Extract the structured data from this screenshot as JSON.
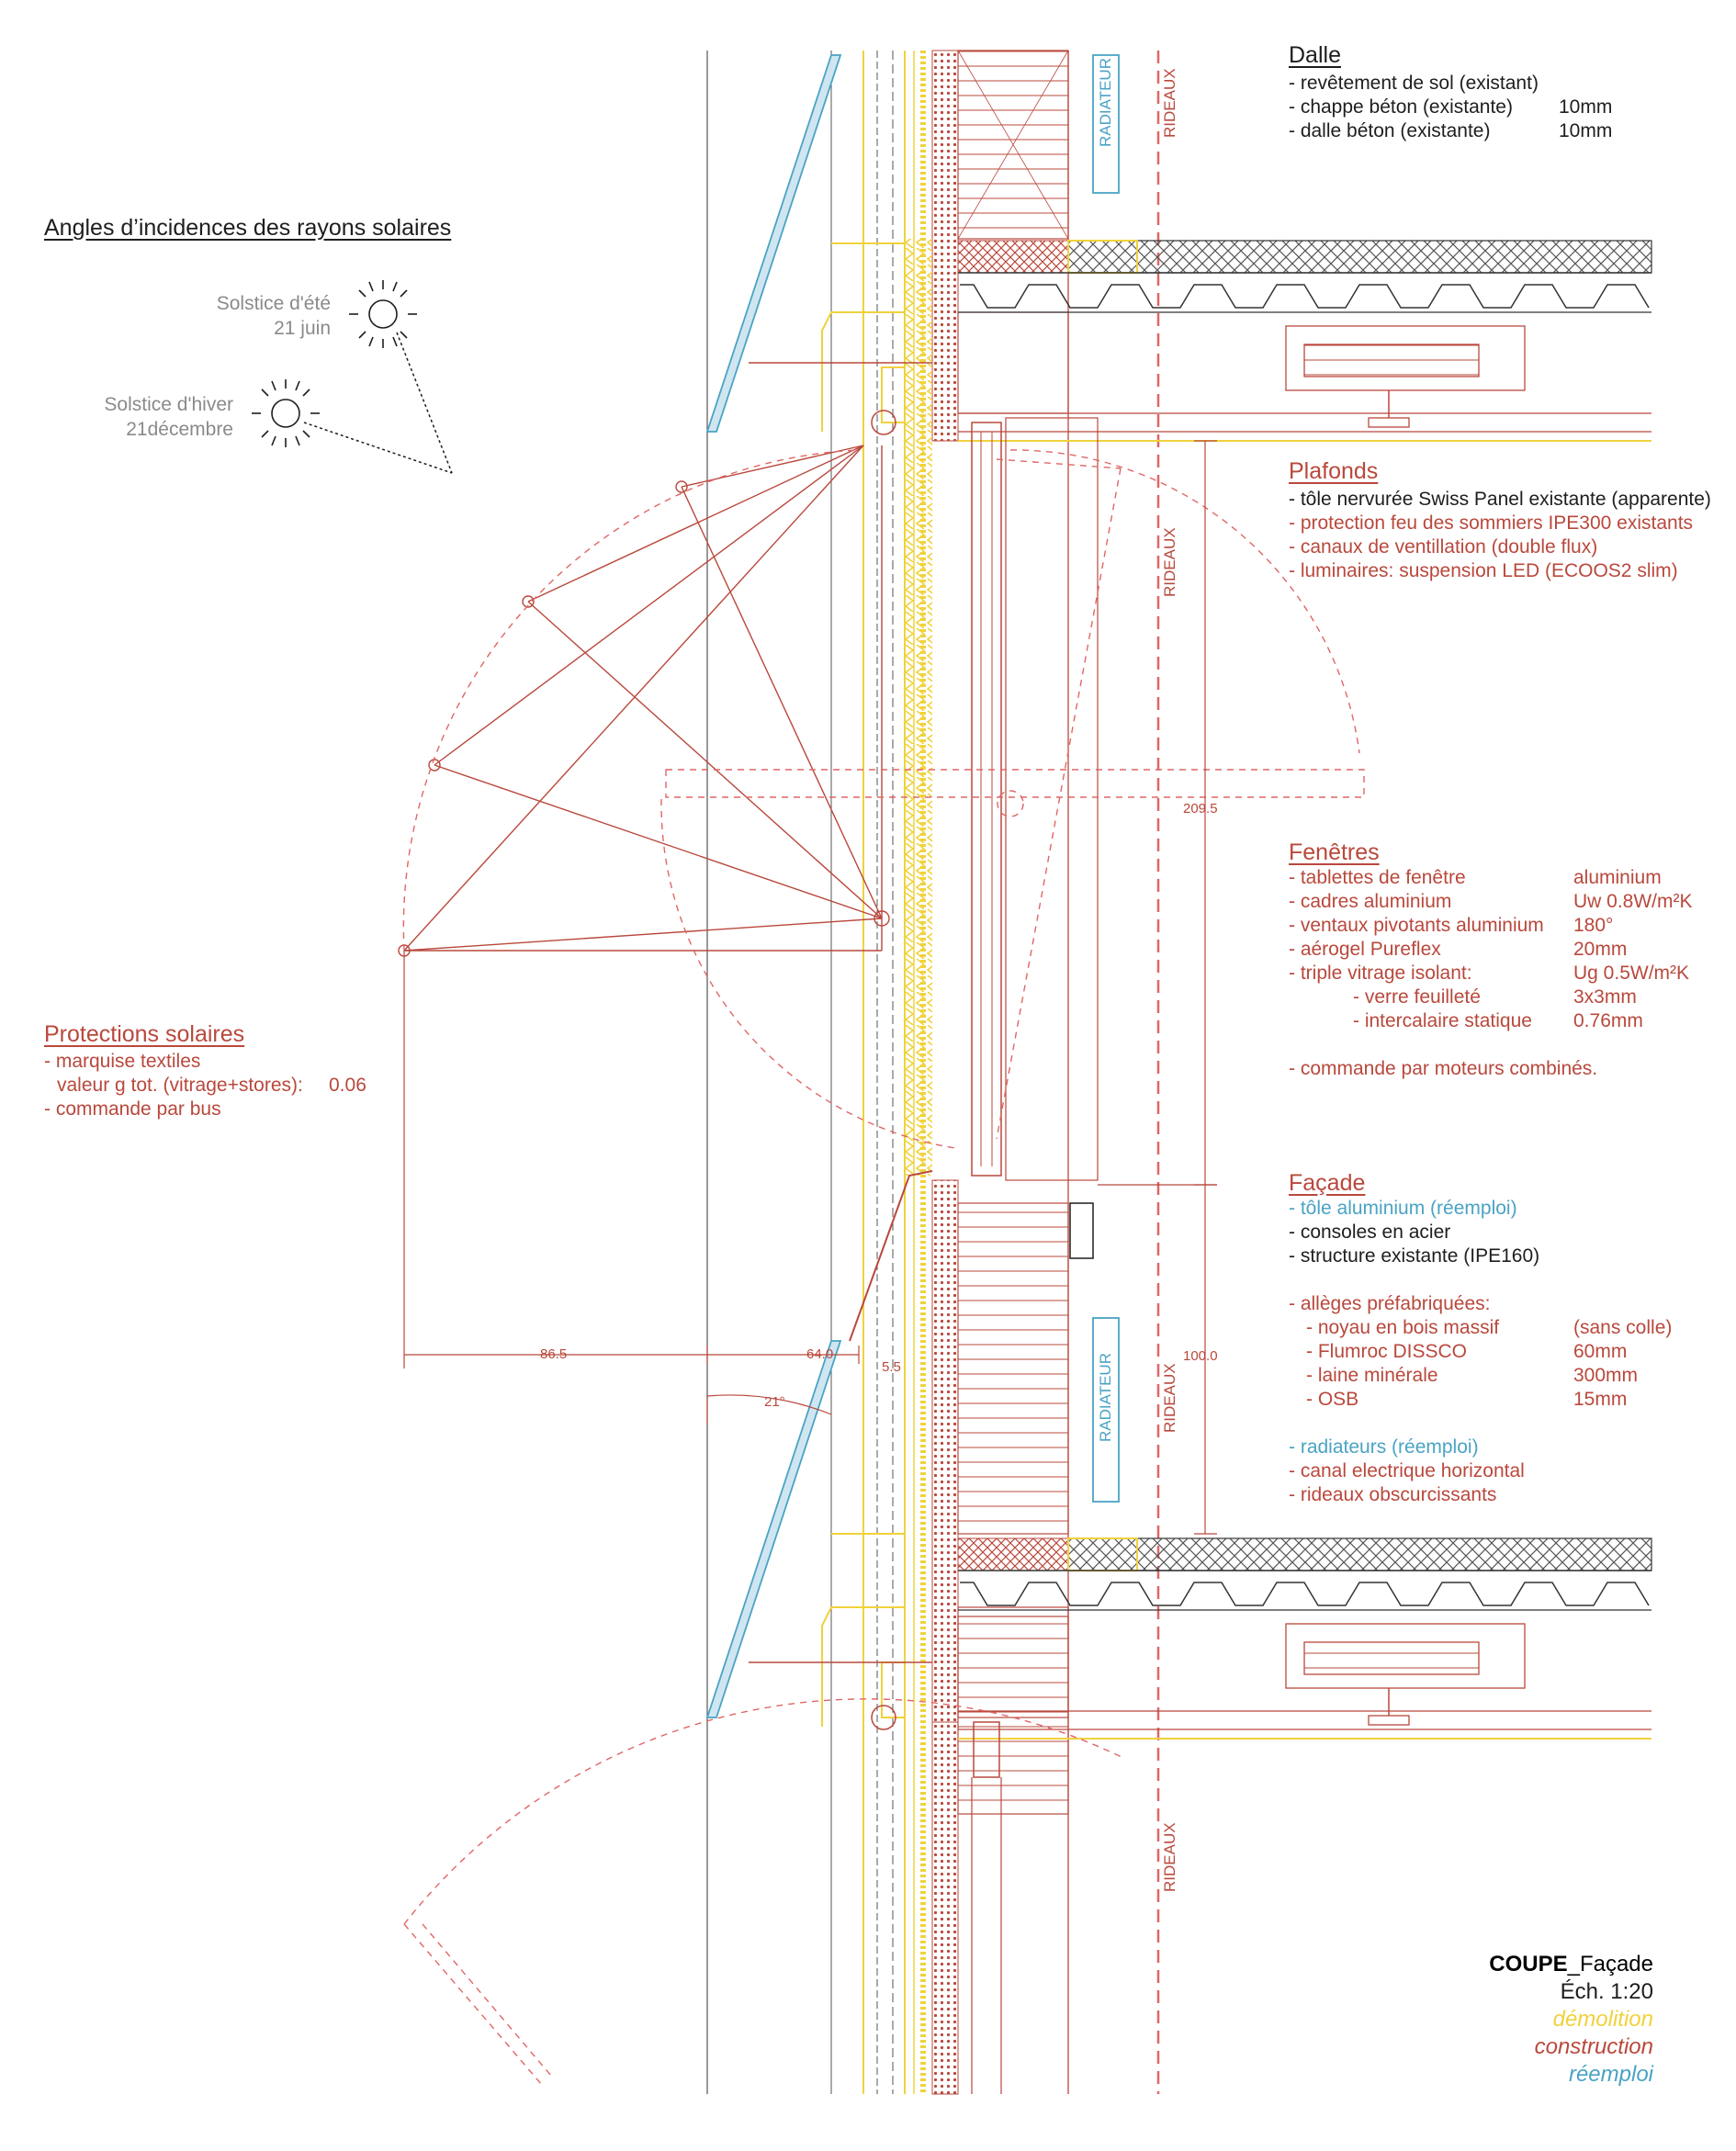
{
  "colors": {
    "demolition": "#f0d23c",
    "construction": "#b9483c",
    "reemploi": "#4aa3c4",
    "text": "#1e1e1e",
    "grey": "#8a8a8a"
  },
  "sun": {
    "title": "Angles d’incidences des rayons solaires",
    "summer_label": "Solstice d'été",
    "summer_date": "21 juin",
    "winter_label": "Solstice d'hiver",
    "winter_date": "21décembre"
  },
  "protections": {
    "title": "Protections solaires",
    "line1": "- marquise textiles",
    "line2": "valeur g tot. (vitrage+stores):",
    "line2_value": "0.06",
    "line3": "- commande par bus"
  },
  "dalle": {
    "title": "Dalle",
    "items": [
      {
        "label": "- revêtement de sol (existant)",
        "value": ""
      },
      {
        "label": "- chappe béton (existante)",
        "value": "10mm"
      },
      {
        "label": "- dalle béton (existante)",
        "value": "10mm"
      }
    ]
  },
  "plafonds": {
    "title": "Plafonds",
    "item1": "- tôle nervurée Swiss Panel existante (apparente)",
    "item2": "- protection feu des sommiers IPE300 existants",
    "item3": "- canaux de ventillation (double flux)",
    "item4": "- luminaires: suspension LED (ECOOS2 slim)"
  },
  "fenetres": {
    "title": "Fenêtres",
    "items": [
      {
        "label": "- tablettes de fenêtre",
        "value": "aluminium"
      },
      {
        "label": "- cadres aluminium",
        "value": "Uw 0.8W/m²K"
      },
      {
        "label": "- ventaux pivotants aluminium",
        "value": "180°"
      },
      {
        "label": "- aérogel Pureflex",
        "value": "20mm"
      },
      {
        "label": "- triple vitrage isolant:",
        "value": "Ug 0.5W/m²K"
      },
      {
        "label": "- verre feuilleté",
        "value": "3x3mm"
      },
      {
        "label": "- intercalaire statique",
        "value": "0.76mm"
      }
    ],
    "note": "- commande par moteurs combinés."
  },
  "facade": {
    "title": "Façade",
    "tole": "- tôle aluminium (réemploi)",
    "consoles": "- consoles en acier",
    "structure": "- structure existante (IPE160)",
    "alleges": "- allèges préfabriquées:",
    "sub": [
      {
        "label": "- noyau en bois massif",
        "value": "(sans colle)"
      },
      {
        "label": "- Flumroc DISSCO",
        "value": "60mm"
      },
      {
        "label": "- laine minérale",
        "value": "300mm"
      },
      {
        "label": "- OSB",
        "value": "15mm"
      }
    ],
    "radiateurs": "- radiateurs (réemploi)",
    "canal": "- canal electrique horizontal",
    "rideaux": "- rideaux obscurcissants"
  },
  "labels": {
    "radiateur": "RADIATEUR",
    "rideaux": "RIDEAUX"
  },
  "dimensions": {
    "d1": "86.5",
    "d2": "64.0",
    "d3": "5.5",
    "d4": "21°",
    "d5": "209.5",
    "d6": "100.0"
  },
  "legend": {
    "title_bold": "COUPE",
    "title_rest": "_Façade",
    "scale": "Éch. 1:20",
    "demolition": "démolition",
    "construction": "construction",
    "reemploi": "réemploi"
  }
}
